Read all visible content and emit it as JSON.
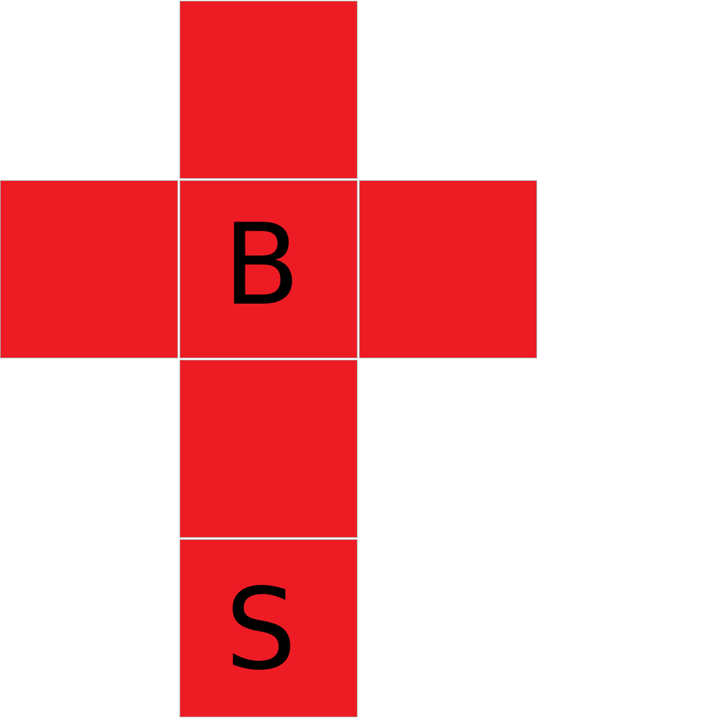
{
  "net": {
    "face_color": "#ed1c24",
    "faces": [
      {
        "id": "top",
        "label": ""
      },
      {
        "id": "left",
        "label": ""
      },
      {
        "id": "center",
        "label": "B"
      },
      {
        "id": "right",
        "label": ""
      },
      {
        "id": "lower",
        "label": ""
      },
      {
        "id": "bottom",
        "label": "S"
      }
    ]
  }
}
